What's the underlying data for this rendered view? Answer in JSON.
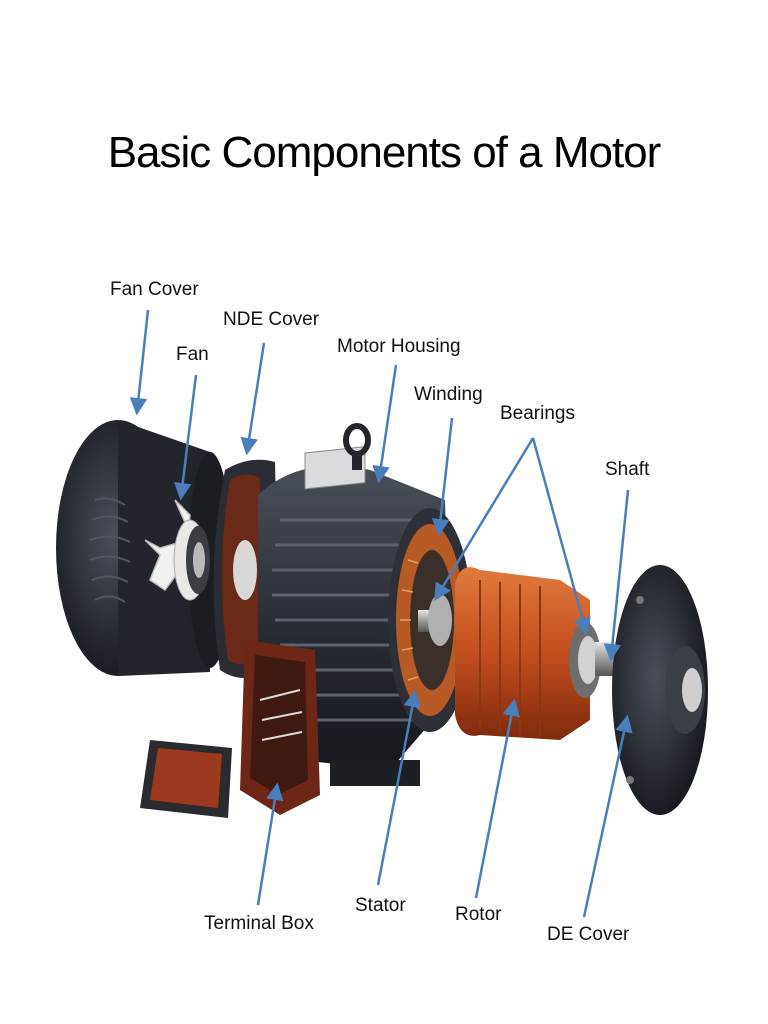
{
  "title": "Basic Components of a Motor",
  "labels": {
    "fan_cover": "Fan Cover",
    "nde_cover": "NDE Cover",
    "fan": "Fan",
    "motor_housing": "Motor Housing",
    "winding": "Winding",
    "bearings": "Bearings",
    "shaft": "Shaft",
    "terminal_box": "Terminal Box",
    "stator": "Stator",
    "rotor": "Rotor",
    "de_cover": "DE Cover"
  },
  "colors": {
    "arrow": "#4a7ebb",
    "housing": "#2a2e36",
    "rotor": "#c24e1f",
    "terminal": "#7a2a18"
  }
}
